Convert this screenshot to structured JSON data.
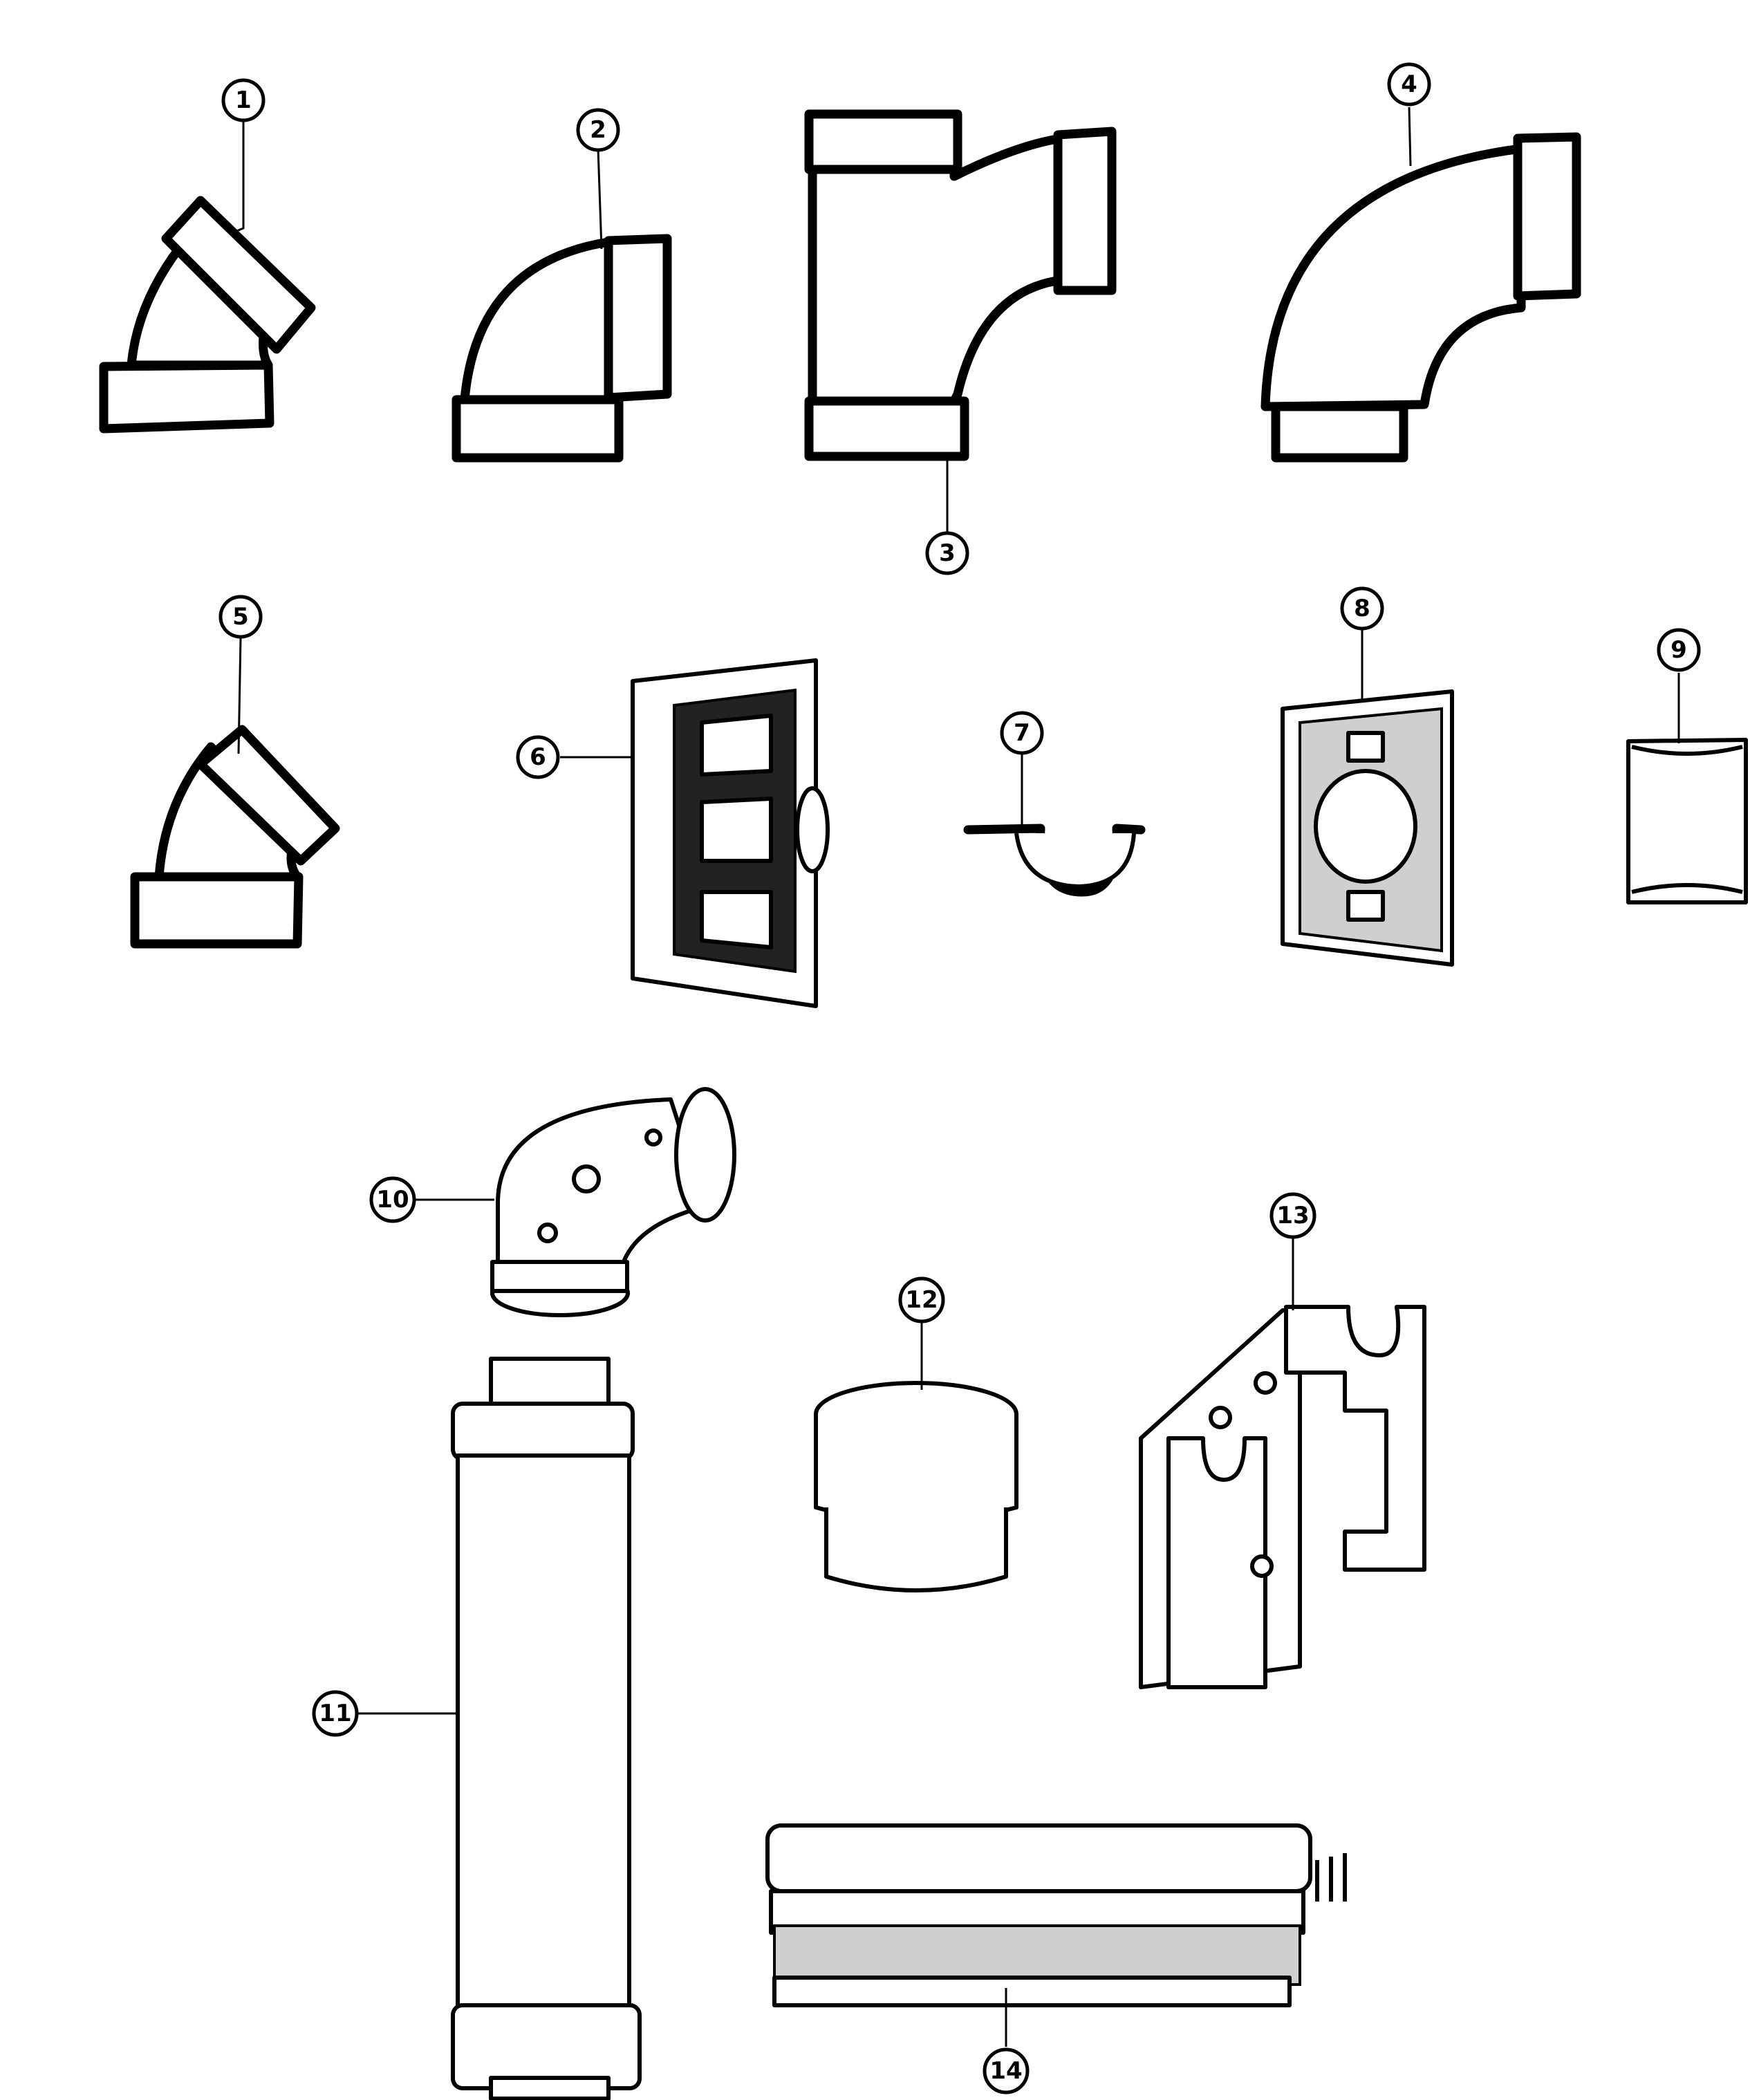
{
  "diagram": {
    "type": "exploded-parts-diagram",
    "callouts": [
      {
        "id": "1",
        "label": "1"
      },
      {
        "id": "2",
        "label": "2"
      },
      {
        "id": "3",
        "label": "3"
      },
      {
        "id": "4",
        "label": "4"
      },
      {
        "id": "5",
        "label": "5"
      },
      {
        "id": "6",
        "label": "6"
      },
      {
        "id": "7",
        "label": "7"
      },
      {
        "id": "8",
        "label": "8"
      },
      {
        "id": "9",
        "label": "9"
      },
      {
        "id": "10",
        "label": "10"
      },
      {
        "id": "11",
        "label": "11"
      },
      {
        "id": "12",
        "label": "12"
      },
      {
        "id": "13",
        "label": "13"
      },
      {
        "id": "14",
        "label": "14"
      }
    ]
  }
}
